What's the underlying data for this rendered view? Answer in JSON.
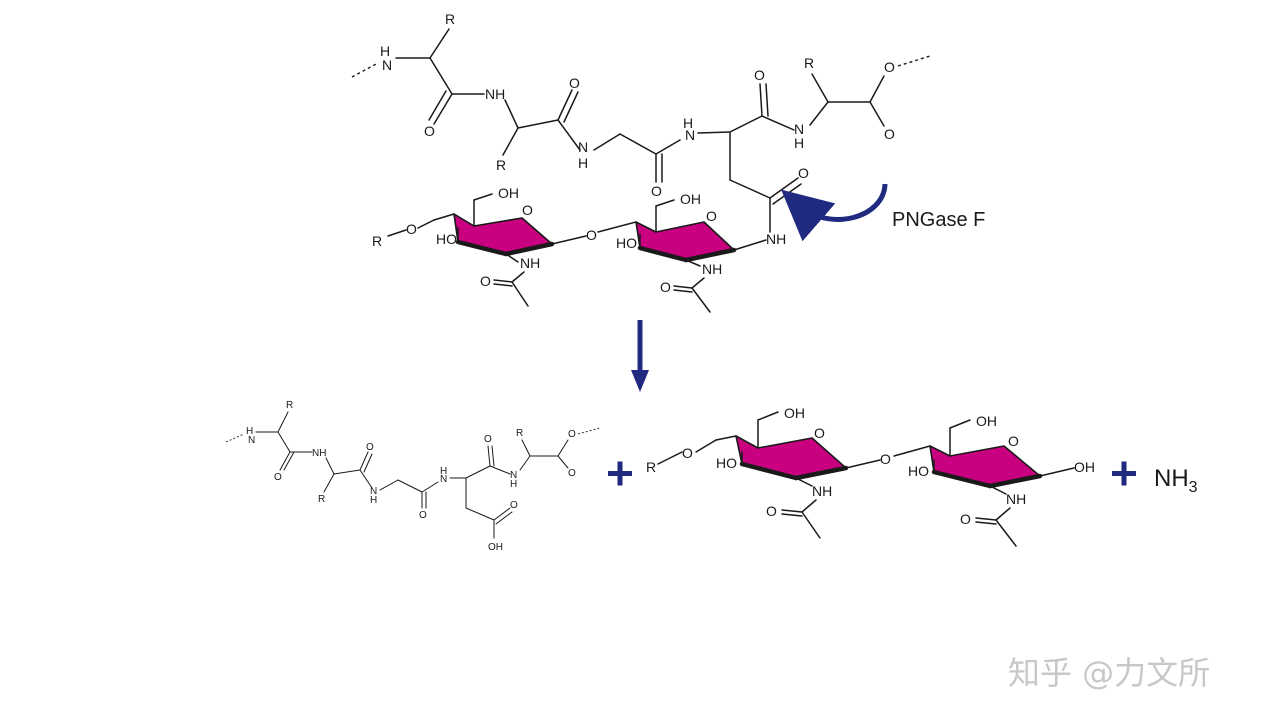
{
  "enzyme_label": "PNGase F",
  "product_nh3": "NH",
  "product_nh3_sub": "3",
  "watermark": "知乎 @力文所",
  "atoms": {
    "nh": "NH",
    "n_h_top": "H",
    "n_h_n": "N",
    "o": "O",
    "r": "R",
    "oh": "OH",
    "ho": "HO"
  },
  "colors": {
    "sugar_ring": "#c9007f",
    "arrow": "#1f2a80",
    "bond": "#1a1a1a"
  }
}
